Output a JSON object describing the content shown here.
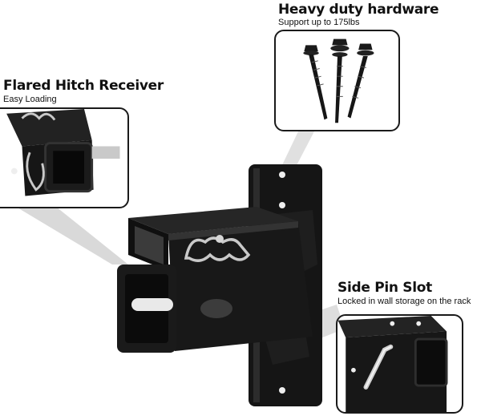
{
  "features": {
    "hardware": {
      "title": "Heavy duty hardware",
      "subtitle": "Support up to 175lbs"
    },
    "receiver": {
      "title": "Flared Hitch Receiver",
      "subtitle": "Easy Loading"
    },
    "pin_slot": {
      "title": "Side Pin Slot",
      "subtitle": "Locked in wall storage on the rack"
    }
  },
  "colors": {
    "steel": "#141414",
    "steel_highlight": "#3a3a3a",
    "chrome": "#c9c9c9"
  }
}
